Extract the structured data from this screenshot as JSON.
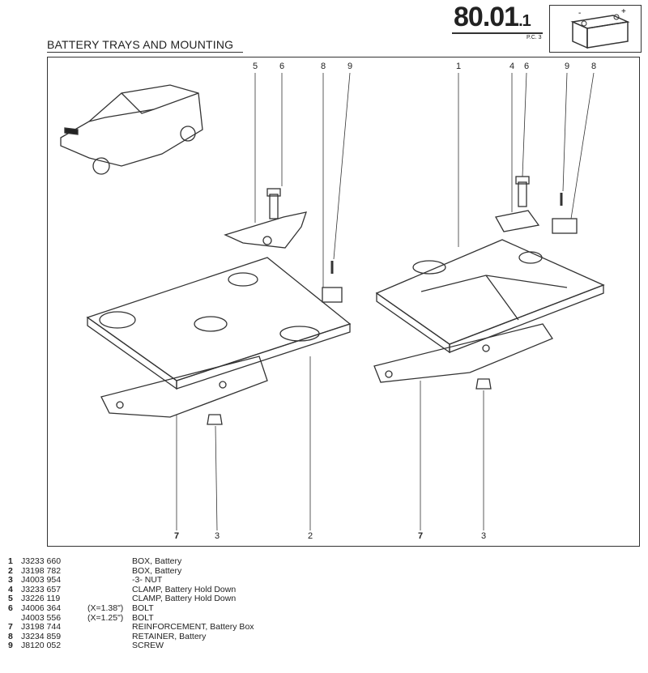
{
  "header": {
    "title": "BATTERY TRAYS AND MOUNTING",
    "section_code_main": "80.01",
    "section_code_sub": ".1",
    "pc_label": "P.C. 3",
    "battery_icon_terminals": [
      "-",
      "+"
    ]
  },
  "callouts": {
    "top": [
      "5",
      "6",
      "8",
      "9",
      "1",
      "4",
      "6",
      "9",
      "8"
    ],
    "bottom": [
      "7",
      "3",
      "2",
      "7",
      "3"
    ]
  },
  "parts": [
    {
      "num": "1",
      "part_no": "J3233 660",
      "qualifier": "",
      "desc": "BOX, Battery"
    },
    {
      "num": "2",
      "part_no": "J3198 782",
      "qualifier": "",
      "desc": "BOX, Battery"
    },
    {
      "num": "3",
      "part_no": "J4003 954",
      "qualifier": "",
      "desc": "-3- NUT"
    },
    {
      "num": "4",
      "part_no": "J3233 657",
      "qualifier": "",
      "desc": "CLAMP, Battery Hold Down"
    },
    {
      "num": "5",
      "part_no": "J3226 119",
      "qualifier": "",
      "desc": "CLAMP, Battery Hold Down"
    },
    {
      "num": "6",
      "part_no": "J4006 364",
      "qualifier": "(X=1.38\")",
      "desc": "BOLT"
    },
    {
      "num": "",
      "part_no": "J4003 556",
      "qualifier": "(X=1.25\")",
      "desc": "BOLT"
    },
    {
      "num": "7",
      "part_no": "J3198 744",
      "qualifier": "",
      "desc": "REINFORCEMENT, Battery Box"
    },
    {
      "num": "8",
      "part_no": "J3234 859",
      "qualifier": "",
      "desc": "RETAINER, Battery"
    },
    {
      "num": "9",
      "part_no": "J8120 052",
      "qualifier": "",
      "desc": "SCREW"
    }
  ]
}
